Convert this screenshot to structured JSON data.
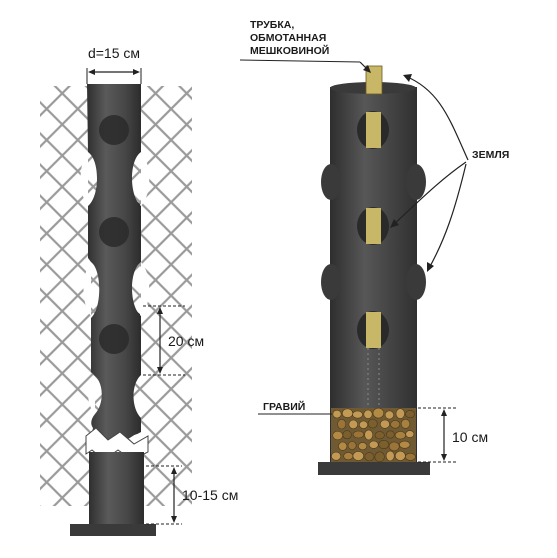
{
  "left_figure": {
    "diameter_label": "d=15 см",
    "spacing_label": "20 см",
    "depth_label": "10-15 см"
  },
  "right_figure": {
    "pipe_label_line1": "ТРУБКА,",
    "pipe_label_line2": "ОБМОТАННАЯ",
    "pipe_label_line3": "МЕШКОВИНОЙ",
    "soil_label": "ЗЕМЛЯ",
    "gravel_label": "ГРАВИЙ",
    "gravel_height_label": "10 см"
  },
  "colors": {
    "column": "#454545",
    "mesh": "#9a9a9a",
    "burlap": "#c9b768",
    "gravel": "#a07a3a",
    "base": "#3a3a3a"
  }
}
